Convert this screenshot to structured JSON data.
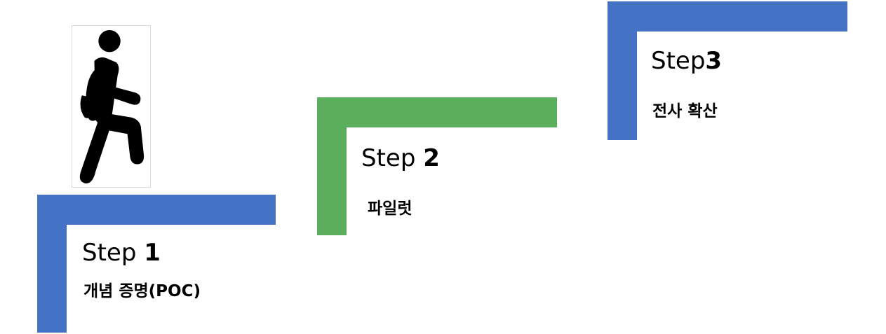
{
  "figure": {
    "icon": "walking-person-icon"
  },
  "steps": [
    {
      "title_prefix": "Step ",
      "title_number": "1",
      "subtitle": "개념 증명(POC)",
      "color": "#4472C4"
    },
    {
      "title_prefix": "Step ",
      "title_number": "2",
      "subtitle": "파일럿",
      "color": "#5BAE5B"
    },
    {
      "title_prefix": "Step",
      "title_number": "3",
      "subtitle": "전사 확산",
      "color": "#4472C4"
    }
  ]
}
